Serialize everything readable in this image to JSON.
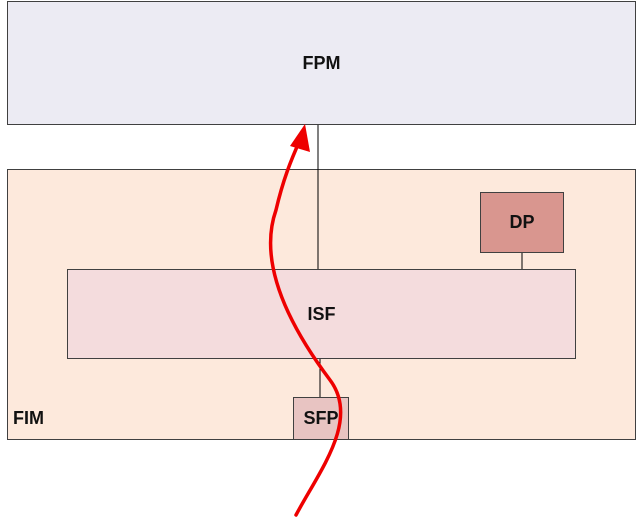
{
  "blocks": {
    "fpm": {
      "label": "FPM",
      "fill": "#ecebf3"
    },
    "fim": {
      "label": "FIM",
      "fill": "#fde9dc"
    },
    "isf": {
      "label": "ISF",
      "fill": "#f4dcdd"
    },
    "dp": {
      "label": "DP",
      "fill": "#d9968f"
    },
    "sfp": {
      "label": "SFP",
      "fill": "#e8c4c2"
    }
  },
  "colors": {
    "border": "#404040",
    "connector": "#000000",
    "flow_arrow": "#ee0000"
  }
}
